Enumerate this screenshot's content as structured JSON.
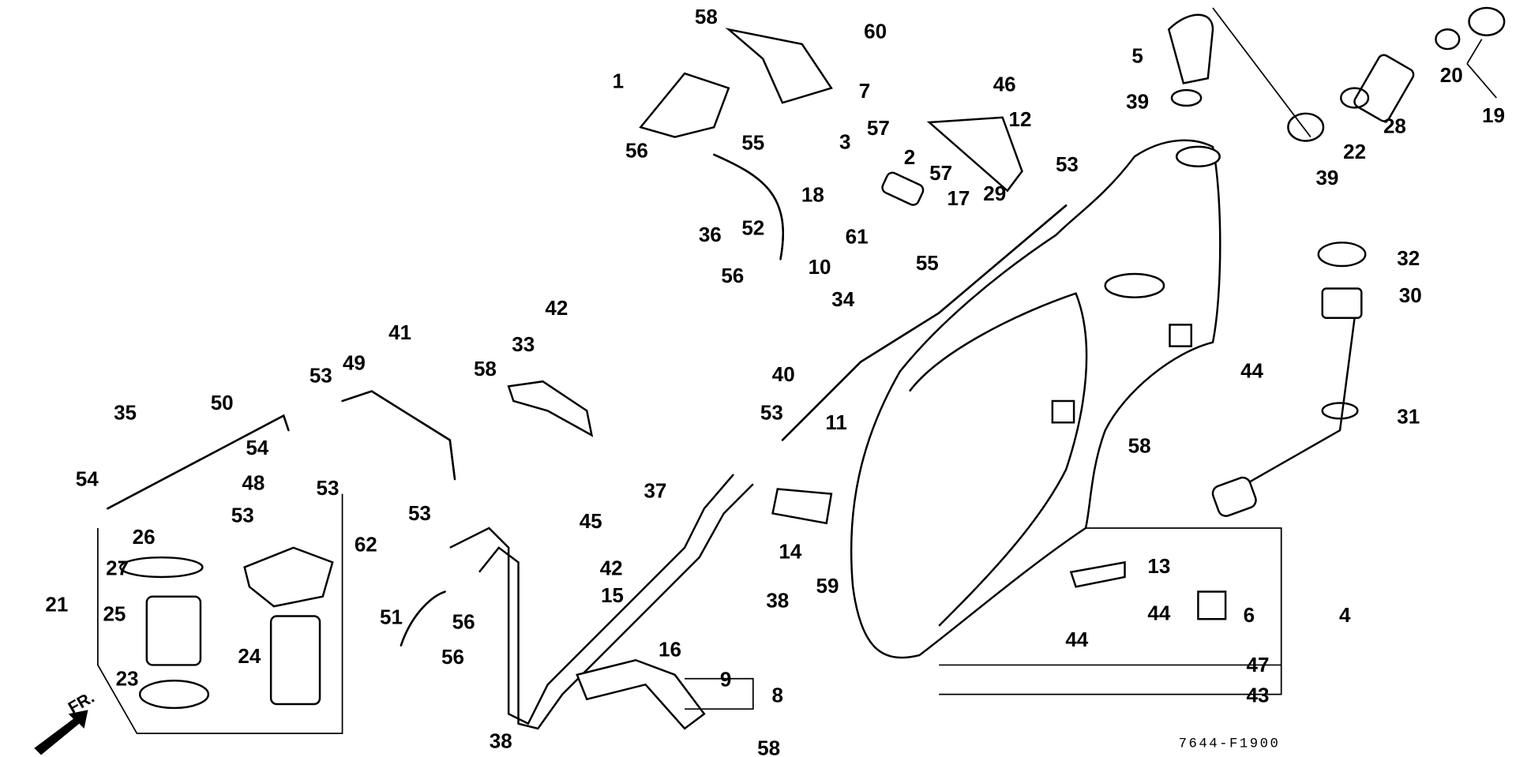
{
  "diagram": {
    "callouts": [
      "58",
      "60",
      "1",
      "7",
      "5",
      "20",
      "19",
      "46",
      "39",
      "12",
      "57",
      "3",
      "55",
      "56",
      "2",
      "22",
      "28",
      "39",
      "53",
      "57",
      "29",
      "17",
      "18",
      "36",
      "52",
      "61",
      "10",
      "55",
      "32",
      "56",
      "34",
      "30",
      "42",
      "41",
      "33",
      "40",
      "49",
      "53",
      "58",
      "44",
      "35",
      "50",
      "11",
      "53",
      "31",
      "54",
      "54",
      "48",
      "53",
      "58",
      "37",
      "53",
      "53",
      "26",
      "45",
      "14",
      "62",
      "27",
      "42",
      "13",
      "38",
      "21",
      "25",
      "15",
      "44",
      "6",
      "4",
      "59",
      "16",
      "44",
      "51",
      "56",
      "56",
      "24",
      "47",
      "9",
      "8",
      "23",
      "43",
      "38",
      "58"
    ],
    "direction_label": "FR.",
    "figure_code": "7644-F1900"
  }
}
